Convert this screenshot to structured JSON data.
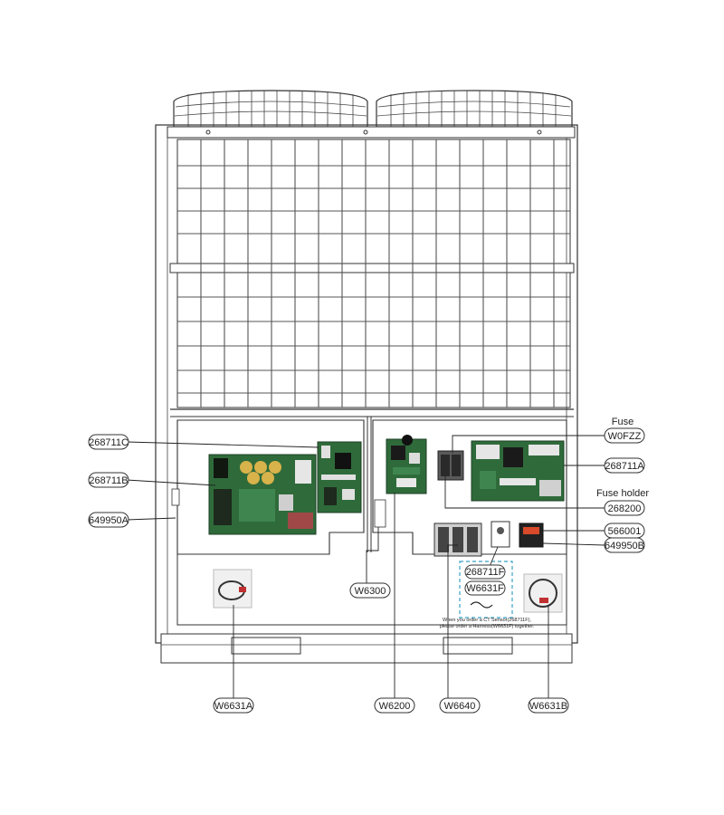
{
  "callouts": {
    "c268711C": "268711C",
    "c268711B": "268711B",
    "c649950A": "649950A",
    "fuse_title": "Fuse",
    "cW0FZZ": "W0FZZ",
    "c268711A": "268711A",
    "fuse_holder_title": "Fuse holder",
    "c268200": "268200",
    "c566001": "566001",
    "c649950B": "649950B",
    "cW6300": "W6300",
    "c268711F": "268711F",
    "cW6631F": "W6631F",
    "cW6631A": "W6631A",
    "cW6200": "W6200",
    "cW6640": "W6640",
    "cW6631B": "W6631B"
  },
  "note": {
    "line1": "When you order a CT Sensor(268711F),",
    "line2": "please order a Harness(W6631F) together."
  },
  "colors": {
    "pcb_green": "#2f6b3a",
    "pcb_dark": "#1d3f25",
    "callout_box_border": "#3aa0c8"
  }
}
